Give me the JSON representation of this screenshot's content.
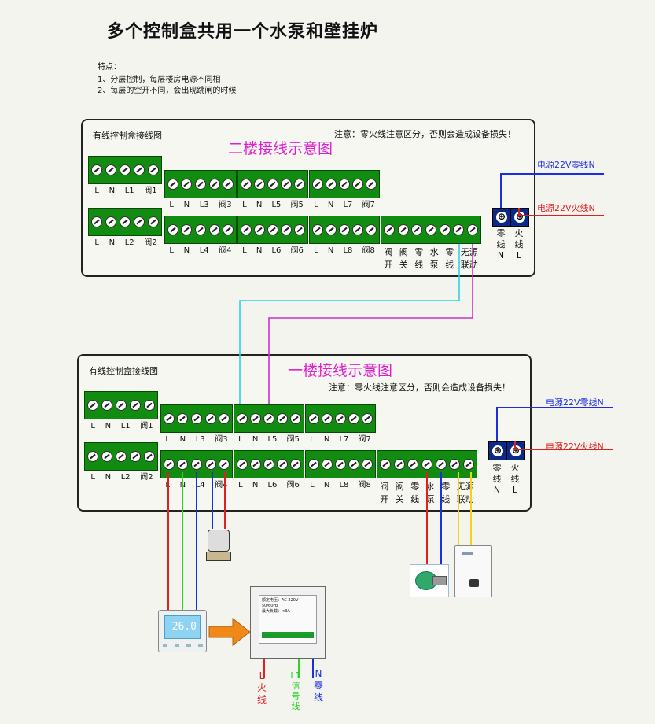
{
  "title": "多个控制盒共用一个水泵和壁挂炉",
  "features": {
    "heading": "特点：",
    "items": [
      "1、分层控制，每层楼房电源不同相",
      "2、每层的空开不同，会出现跳闸的时候"
    ]
  },
  "panel_title": "有线控制盒接线图",
  "note": "注意：零火线注意区分，否则会造成设备损失！",
  "floor2": "二楼接线示意图",
  "floor1": "一楼接线示意图",
  "power": {
    "neutral": "电源22V零线N",
    "live": "电源22V火线N",
    "n_label": [
      "零",
      "线",
      "N"
    ],
    "l_label": [
      "火",
      "线",
      "L"
    ]
  },
  "terminal_labels": {
    "g1": [
      "L",
      "N",
      "L1",
      "阀1"
    ],
    "g2": [
      "L",
      "N",
      "L2",
      "阀2"
    ],
    "g3": [
      "L",
      "N",
      "L3",
      "阀3"
    ],
    "g4": [
      "L",
      "N",
      "L4",
      "阀4"
    ],
    "g5": [
      "L",
      "N",
      "L5",
      "阀5"
    ],
    "g6": [
      "L",
      "N",
      "L6",
      "阀6"
    ],
    "g7": [
      "L",
      "N",
      "L7",
      "阀7"
    ],
    "g8": [
      "L",
      "N",
      "L8",
      "阀8"
    ],
    "bottom": [
      [
        "阀",
        "开"
      ],
      [
        "阀",
        "关"
      ],
      [
        "零",
        "线"
      ],
      [
        "水",
        "泵"
      ],
      [
        "零",
        "线"
      ],
      [
        "无源",
        "联动"
      ]
    ]
  },
  "thermostat": {
    "display": "26.0",
    "panel_text": [
      "额定电压：AC 220V 50/60Hz",
      "最大负载：<3A"
    ]
  },
  "wire_labels": {
    "l": [
      "L",
      "火",
      "线"
    ],
    "l1": [
      "L1",
      "信",
      "号",
      "线"
    ],
    "n": [
      "N",
      "零",
      "线"
    ]
  },
  "colors": {
    "terminal": "#118c11",
    "neutral": "#1d2ee0",
    "live": "#e02020",
    "linkage_cyan": "#2ad4e8",
    "linkage_magenta": "#cc33cc"
  }
}
